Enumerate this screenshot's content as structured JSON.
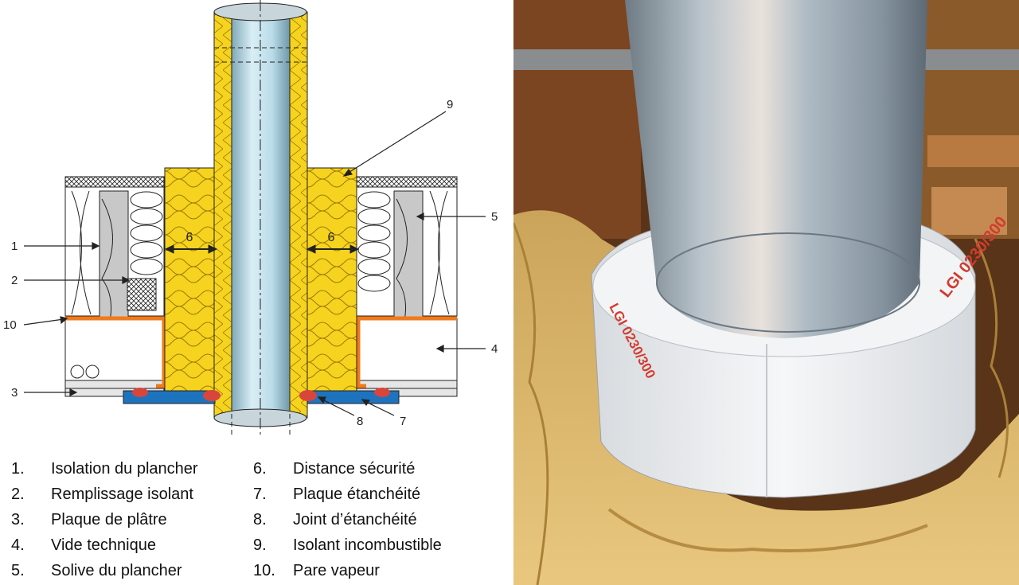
{
  "callouts": [
    "1",
    "2",
    "3",
    "4",
    "5",
    "6",
    "7",
    "8",
    "9",
    "10"
  ],
  "distance_marker": "6",
  "legend": [
    {
      "num": "1.",
      "text": "Isolation du plancher"
    },
    {
      "num": "2.",
      "text": "Remplissage isolant"
    },
    {
      "num": "3.",
      "text": "Plaque de plâtre"
    },
    {
      "num": "4.",
      "text": "Vide technique"
    },
    {
      "num": "5.",
      "text": "Solive du plancher"
    },
    {
      "num": "6.",
      "text": "Distance sécurité"
    },
    {
      "num": "7.",
      "text": "Plaque étanchéité"
    },
    {
      "num": "8.",
      "text": "Joint d’étanchéité"
    },
    {
      "num": "9.",
      "text": "Isolant incombustible"
    },
    {
      "num": "10.",
      "text": "Pare vapeur"
    }
  ],
  "photo_labels": [
    "LGI 0230/300",
    "LGI 0230/300"
  ],
  "colors": {
    "insulation_yellow": "#f6d31e",
    "pipe_blue": "#b9dbe8",
    "vapour_orange": "#f07a1c",
    "seal_plate_blue": "#1e73be",
    "seal_red": "#d8453a",
    "gray": "#c8c8c8"
  }
}
